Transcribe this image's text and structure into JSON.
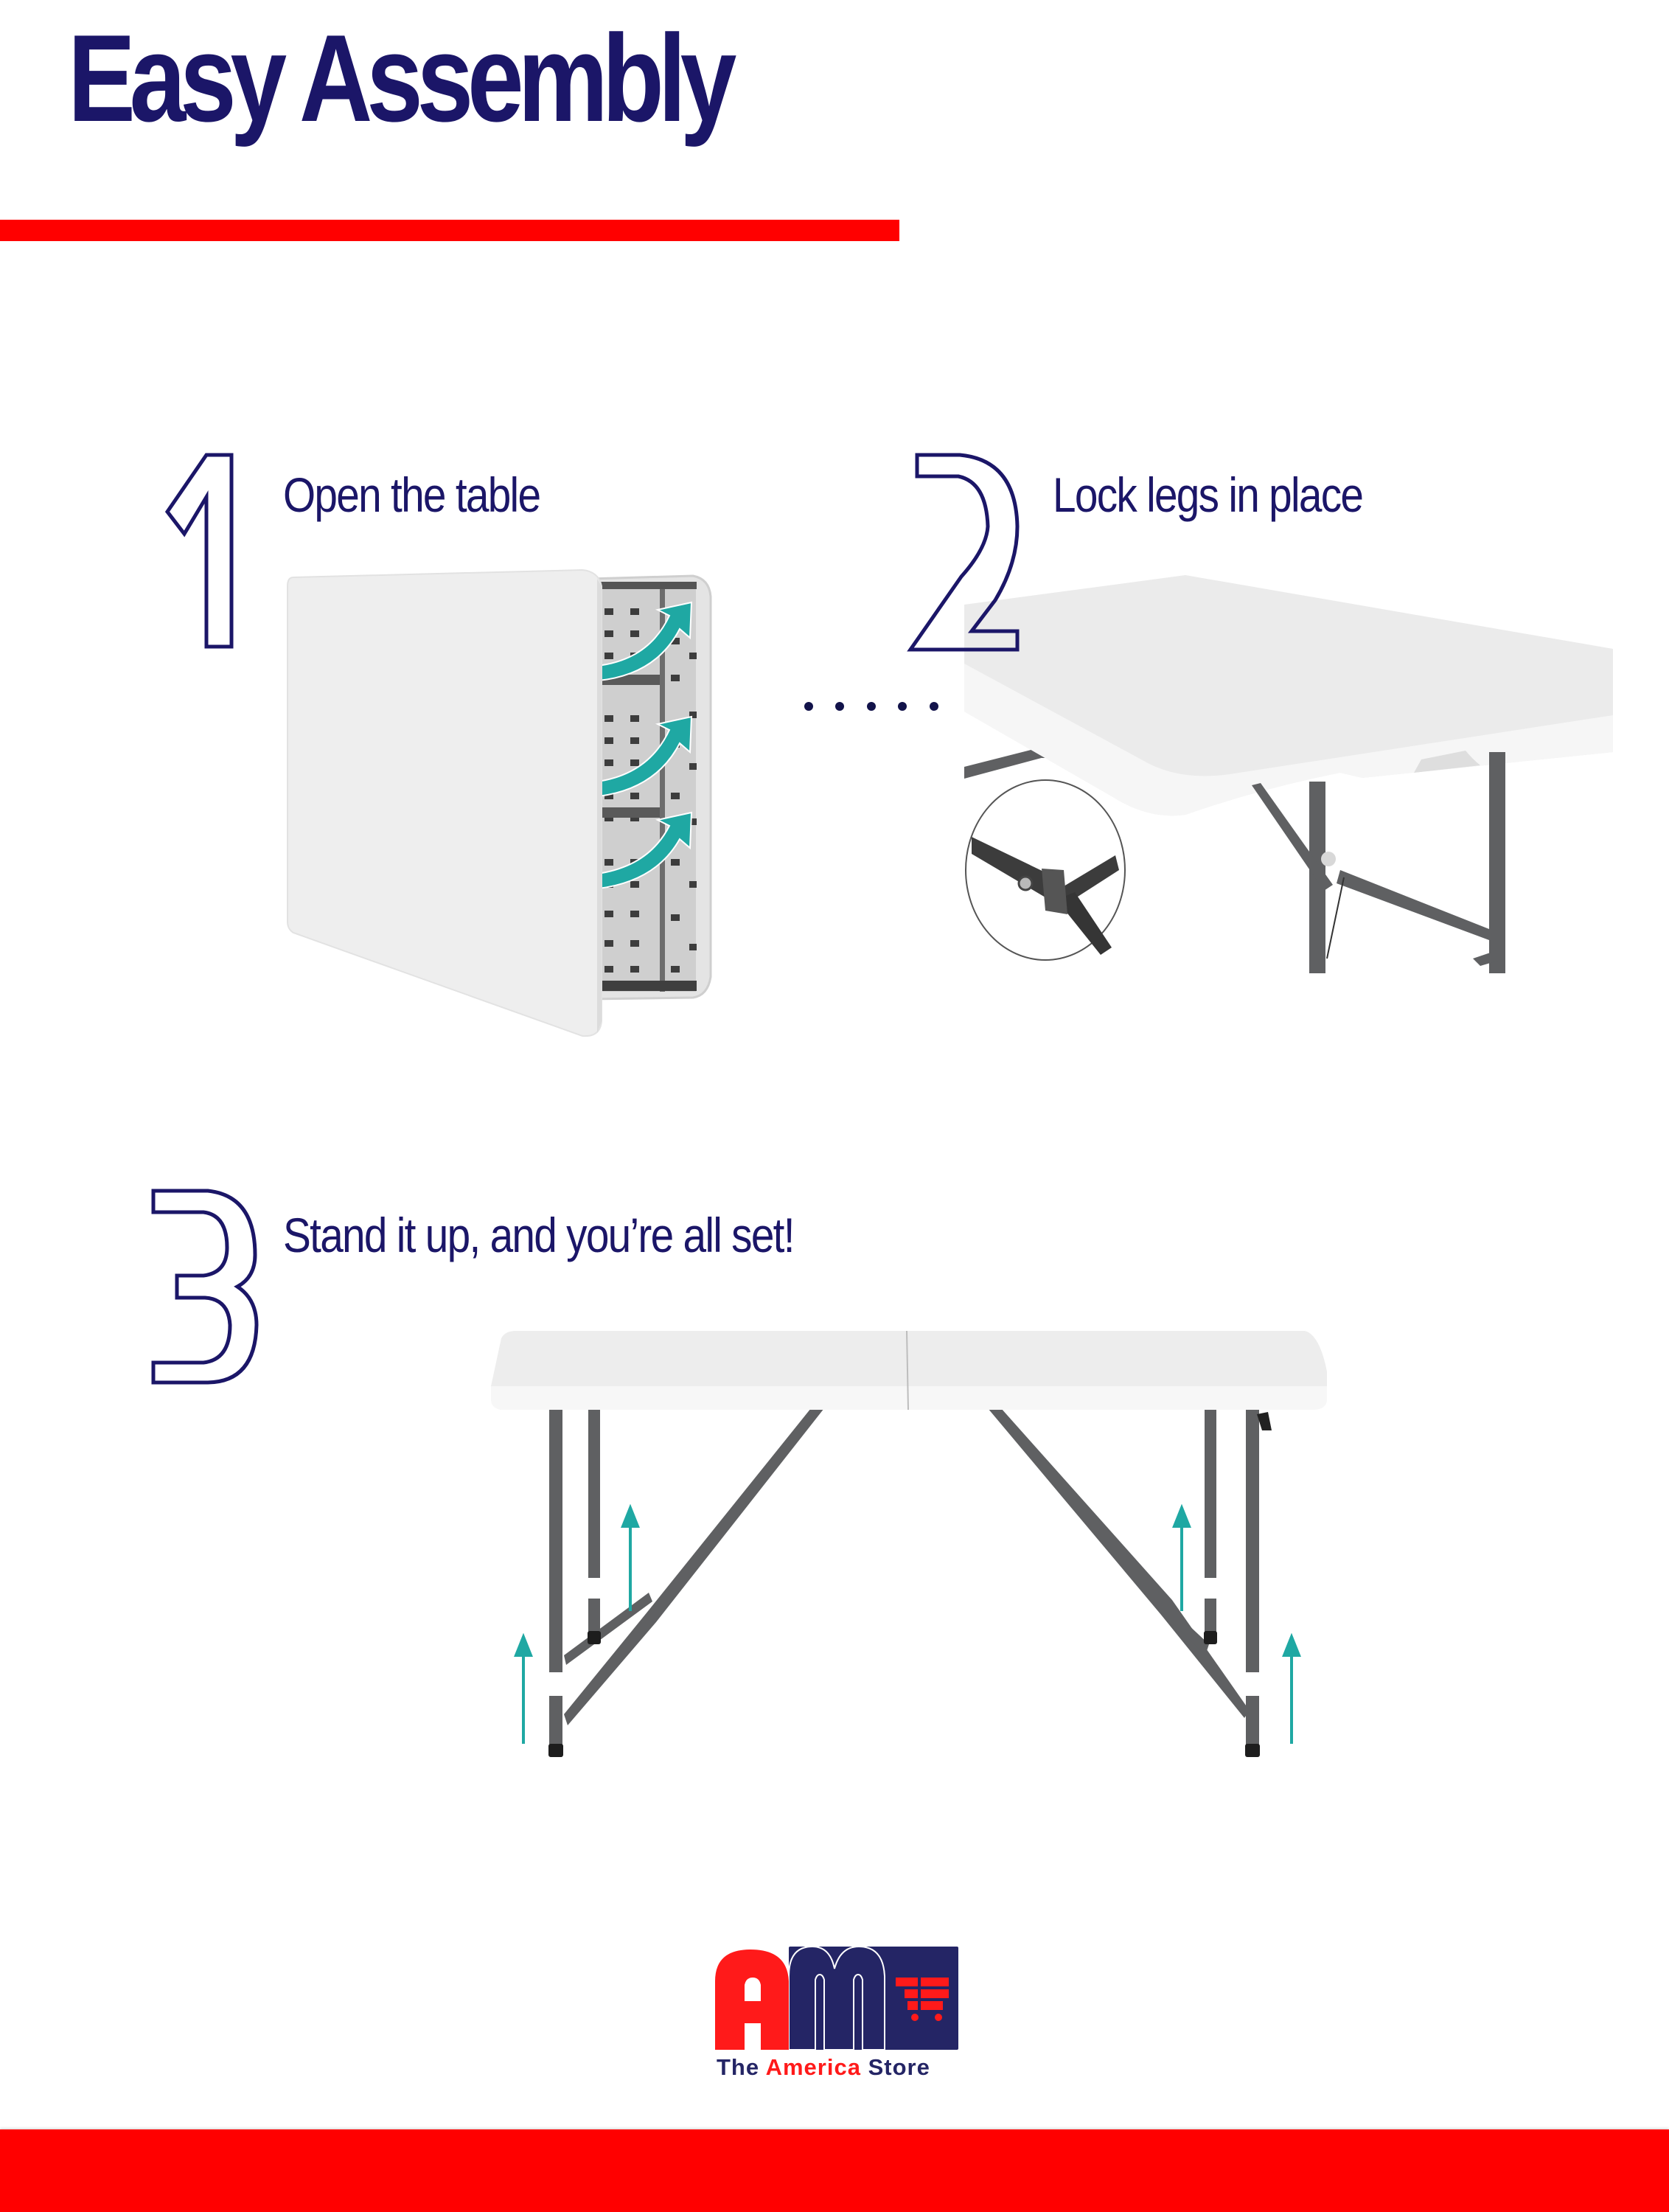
{
  "header": {
    "title": "Easy Assembly"
  },
  "colors": {
    "brand_navy": "#1b1668",
    "accent_red": "#ff0000",
    "arrow_teal": "#1fa8a3",
    "table_white": "#ececec",
    "leg_gray": "#5f6062"
  },
  "steps": [
    {
      "number": "1",
      "label": "Open the table",
      "illustration": "folded-table-with-arrows"
    },
    {
      "number": "2",
      "label": "Lock legs in place",
      "illustration": "table-corner-with-lock-inset"
    },
    {
      "number": "3",
      "label": "Stand it up, and you’re all set!",
      "illustration": "standing-table-with-leg-arrows"
    }
  ],
  "connector": {
    "dots": 5
  },
  "logo": {
    "monogram": "AM",
    "word_the": "The",
    "word_america": "America",
    "word_store": "Store",
    "icon": "shopping-cart-icon"
  }
}
